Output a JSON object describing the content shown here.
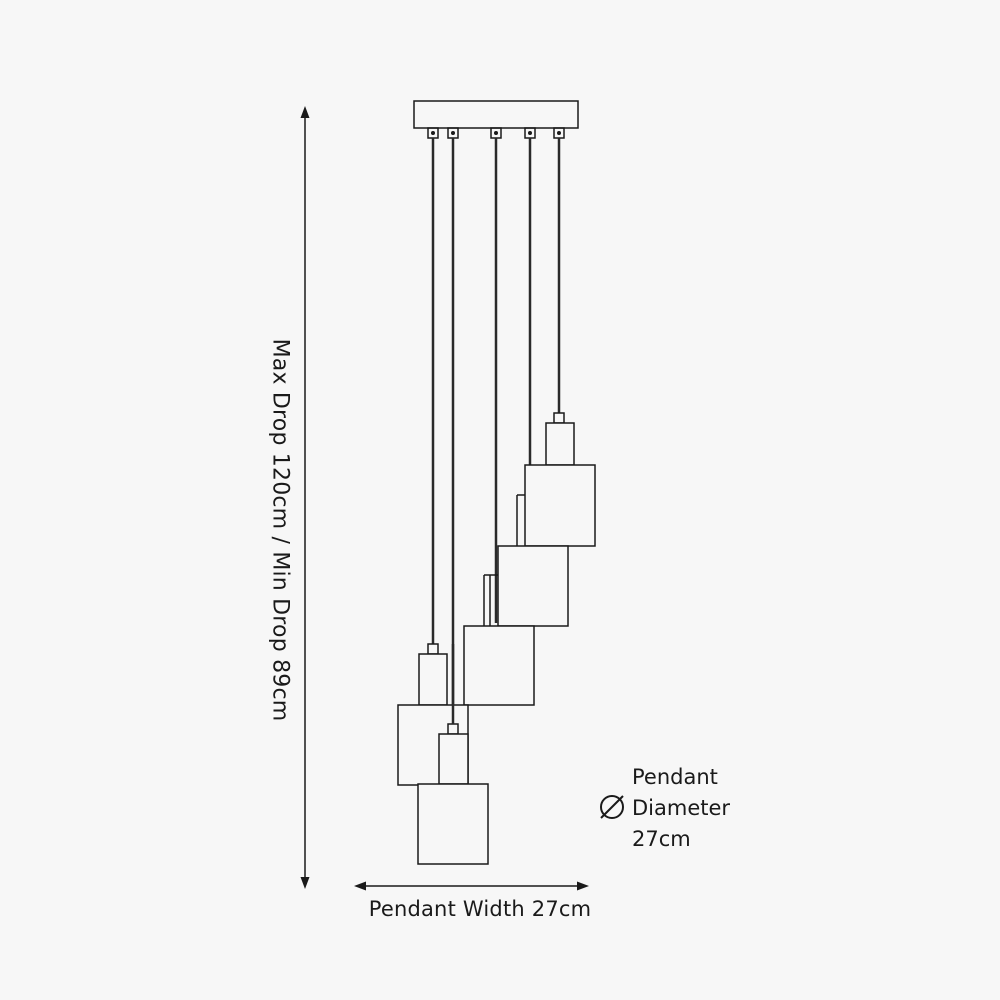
{
  "dimensions": {
    "height_label": "Max Drop 120cm / Min Drop 89cm",
    "width_label": "Pendant Width 27cm",
    "diameter_label": {
      "line1": "Pendant",
      "line2": "Diameter",
      "line3": "27cm"
    }
  },
  "colors": {
    "background": "#f7f7f7",
    "line": "#1a1a1a",
    "cord": "#2a2a2a"
  },
  "icons": {
    "diameter": "diameter-symbol-icon"
  }
}
